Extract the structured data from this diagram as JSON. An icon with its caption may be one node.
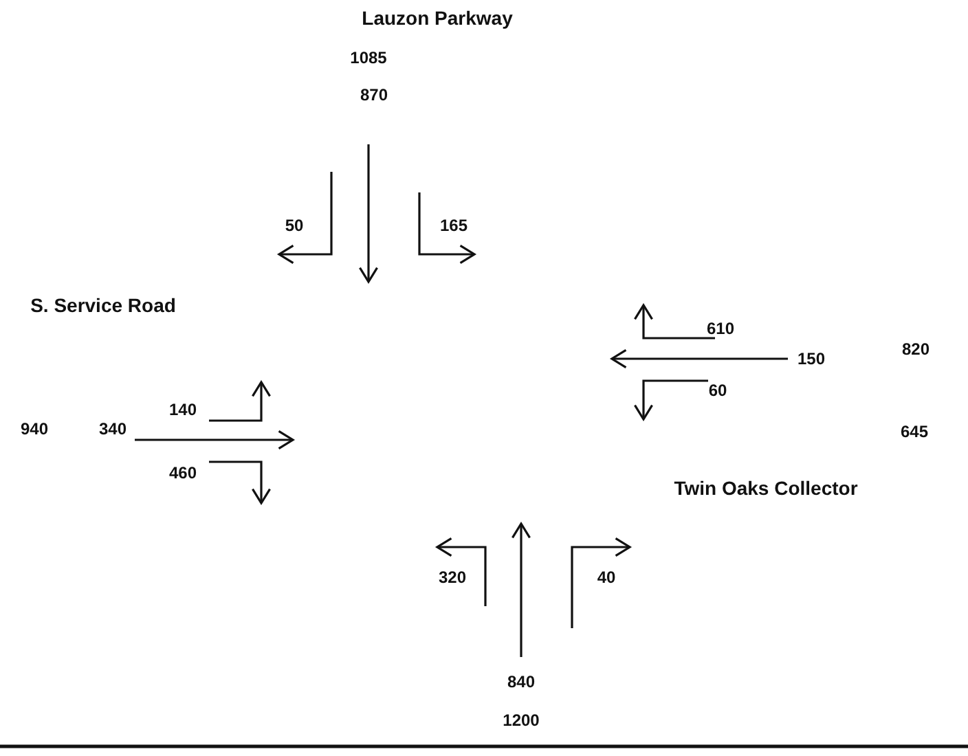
{
  "diagram": {
    "labels": [
      "Lauzon Parkway",
      "1085",
      "870",
      "50",
      "165",
      "S. Service Road",
      "610",
      "150",
      "820",
      "60",
      "940",
      "340",
      "140",
      "460",
      "645",
      "Twin Oaks Collector",
      "320",
      "40",
      "840",
      "1200"
    ]
  }
}
